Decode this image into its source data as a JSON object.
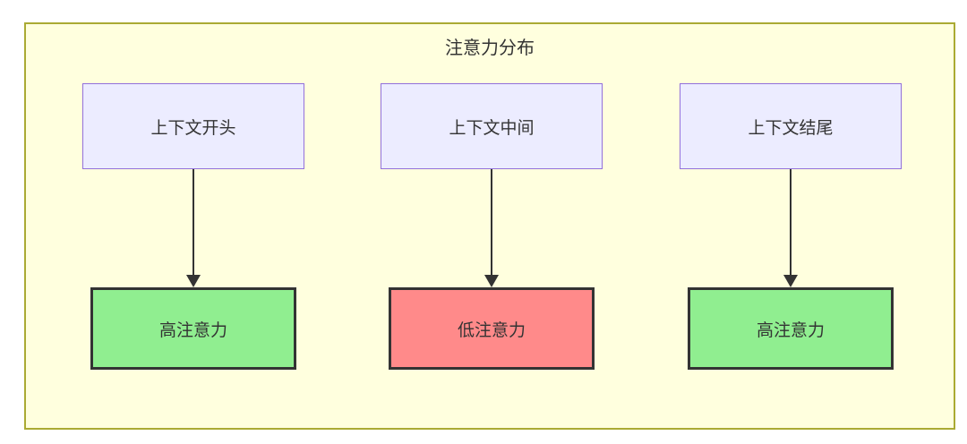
{
  "diagram": {
    "title": "注意力分布",
    "colors": {
      "container_bg": "#ffffde",
      "container_border": "#aaaa33",
      "node_bg": "#ececff",
      "node_border": "#9370db",
      "high_bg": "#90ee90",
      "low_bg": "#ff8a8a",
      "result_border": "#333333",
      "arrow": "#333333",
      "text": "#333333"
    },
    "columns": [
      {
        "source": "上下文开头",
        "result": "高注意力",
        "level": "high"
      },
      {
        "source": "上下文中间",
        "result": "低注意力",
        "level": "low"
      },
      {
        "source": "上下文结尾",
        "result": "高注意力",
        "level": "high"
      }
    ]
  }
}
